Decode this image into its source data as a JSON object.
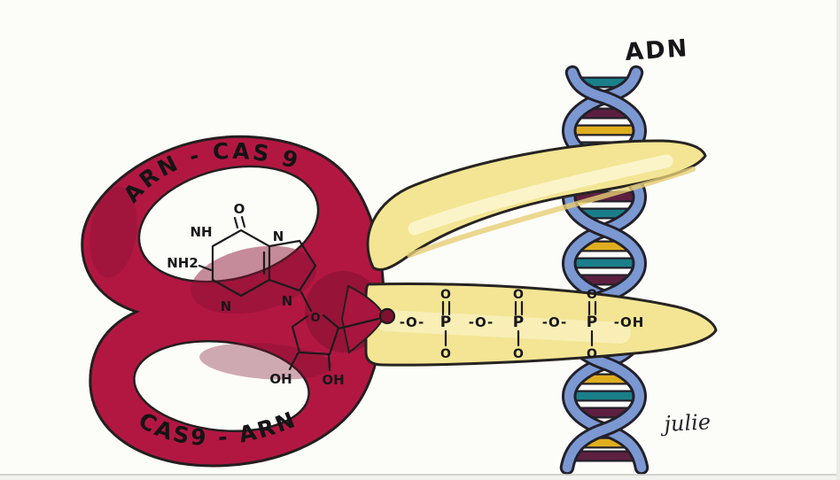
{
  "artwork": {
    "adn_label": "ADN",
    "signature": "julie",
    "handles": {
      "top_label": "ARN - CAS 9",
      "bottom_label": "CAS9 - ARN"
    },
    "nucleotide": {
      "o": "O",
      "nh": "NH",
      "nh2": "NH2",
      "n": "N",
      "sugar_o": "O",
      "oh": "OH"
    },
    "phosphate": {
      "o_link": "-O-",
      "p": "P",
      "o": "O",
      "oh_end": "-OH"
    },
    "colors": {
      "handle_red": "#b21742",
      "handle_shade": "#7c0f2e",
      "blade_yellow": "#f3e593",
      "blade_highlight": "#fbf4cb",
      "dna_blue": "#7b98d2",
      "rung_maroon": "#5d2040",
      "rung_gold": "#dfae1e",
      "rung_teal": "#1a7f8a",
      "ink": "#1b1b1b"
    }
  }
}
